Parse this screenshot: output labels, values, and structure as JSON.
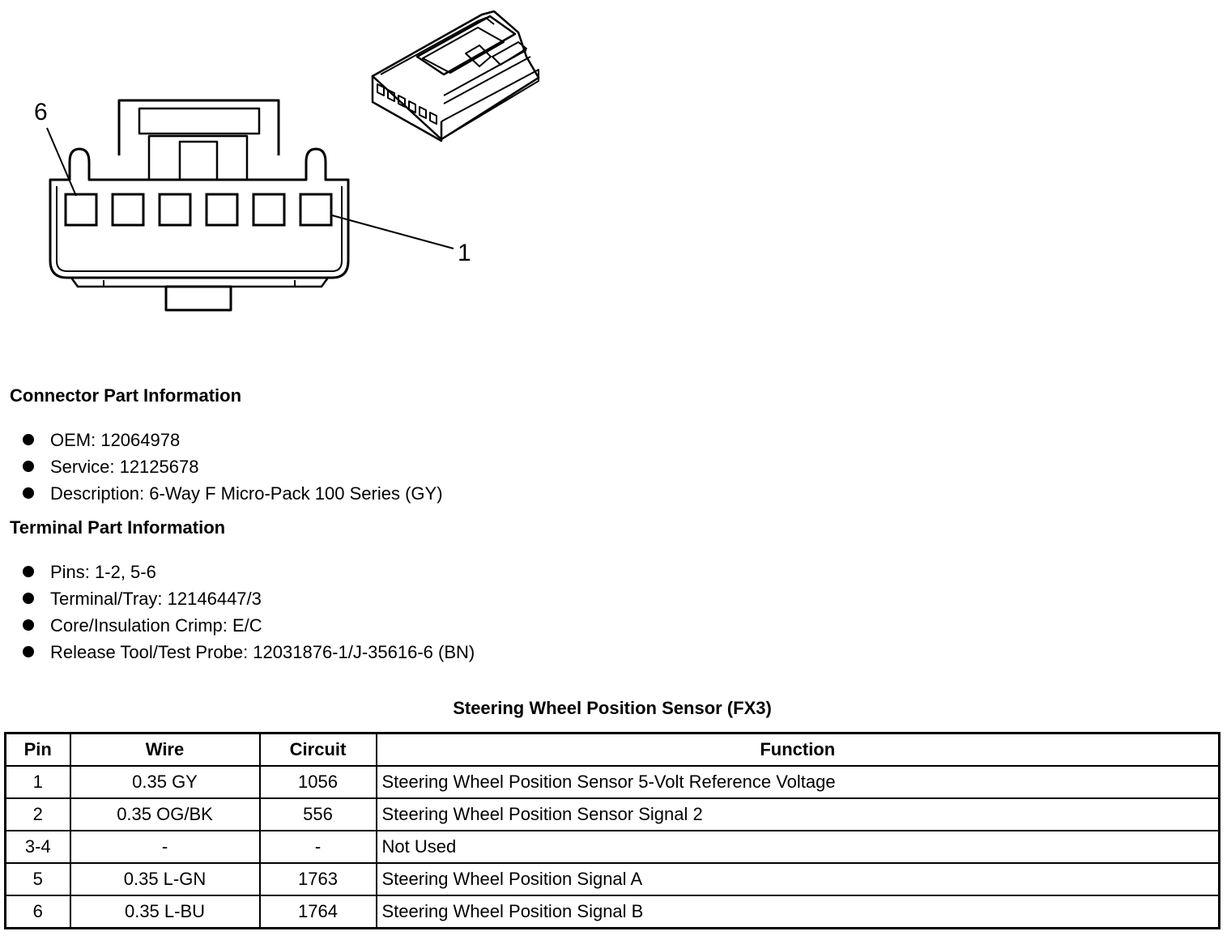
{
  "diagram": {
    "callouts": {
      "pin6": "6",
      "pin1": "1"
    }
  },
  "connector_info": {
    "heading": "Connector Part Information",
    "items": [
      "OEM: 12064978",
      "Service: 12125678",
      "Description: 6-Way F Micro-Pack 100 Series (GY)"
    ]
  },
  "terminal_info": {
    "heading": "Terminal Part Information",
    "items": [
      "Pins: 1-2, 5-6",
      "Terminal/Tray: 12146447/3",
      "Core/Insulation Crimp: E/C",
      "Release Tool/Test Probe: 12031876-1/J-35616-6 (BN)"
    ]
  },
  "table": {
    "title": "Steering Wheel Position Sensor (FX3)",
    "headers": [
      "Pin",
      "Wire",
      "Circuit",
      "Function"
    ],
    "rows": [
      [
        "1",
        "0.35 GY",
        "1056",
        "Steering Wheel Position Sensor 5-Volt Reference Voltage"
      ],
      [
        "2",
        "0.35 OG/BK",
        "556",
        "Steering Wheel Position Sensor Signal 2"
      ],
      [
        "3-4",
        "-",
        "-",
        "Not Used"
      ],
      [
        "5",
        "0.35 L-GN",
        "1763",
        "Steering Wheel Position Signal A"
      ],
      [
        "6",
        "0.35 L-BU",
        "1764",
        "Steering Wheel Position Signal B"
      ]
    ]
  }
}
